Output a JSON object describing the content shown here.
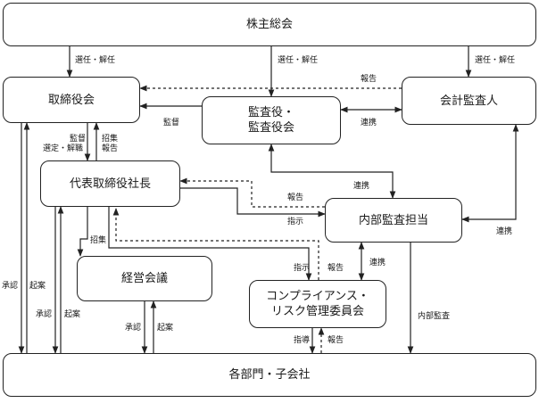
{
  "nodes": {
    "shareholders": "株主総会",
    "board": "取締役会",
    "auditors_line1": "監査役・",
    "auditors_line2": "監査役会",
    "accounting_auditor": "会計監査人",
    "president": "代表取締役社長",
    "internal_audit": "内部監査担当",
    "management_meeting": "経営会議",
    "compliance_line1": "コンプライアンス・",
    "compliance_line2": "リスク管理委員会",
    "departments": "各部門・子会社"
  },
  "edges": {
    "elect_board": "選任・解任",
    "elect_auditors": "選任・解任",
    "elect_accounting": "選任・解任",
    "report_accounting_board": "報告",
    "audit_board": "監督",
    "coop_aud_acct": "連携",
    "supervise": "監督",
    "appoint_dismiss": "選定・解職",
    "convene": "招集",
    "report_pres_board": "報告",
    "coop_aud_internal": "連携",
    "report_internal_pres": "報告",
    "instruct_pres_internal": "指示",
    "coop_acct_internal": "連携",
    "convene_mgmt": "招集",
    "instruct_pres_comp": "指示",
    "report_comp": "報告",
    "coop_internal_comp": "連携",
    "approve_left": "承認",
    "propose_left": "起案",
    "approve_inner": "承認",
    "propose_inner": "起案",
    "approve_mgmt": "承認",
    "propose_mgmt": "起案",
    "internal_audit_dept": "内部監査",
    "guide_comp": "指導",
    "report_comp_dept": "報告"
  }
}
